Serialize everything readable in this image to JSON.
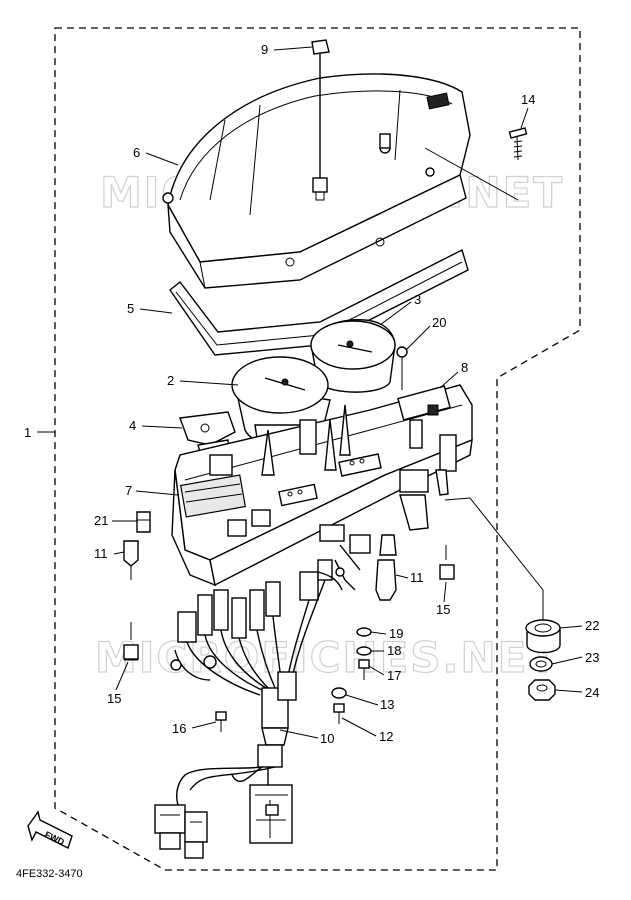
{
  "watermarks": [
    "MICROFICHES.NET",
    "MICROFICHES.NET"
  ],
  "catalog_code": "4FE332-3470",
  "fwd_label": "FWD",
  "callouts": {
    "p1": "1",
    "p2": "2",
    "p3": "3",
    "p4": "4",
    "p5": "5",
    "p6": "6",
    "p7": "7",
    "p8": "8",
    "p9": "9",
    "p10": "10",
    "p11a": "11",
    "p11b": "11",
    "p12": "12",
    "p13": "13",
    "p14": "14",
    "p15a": "15",
    "p15b": "15",
    "p16": "16",
    "p17": "17",
    "p18": "18",
    "p19": "19",
    "p20": "20",
    "p21": "21",
    "p22": "22",
    "p23": "23",
    "p24": "24"
  }
}
